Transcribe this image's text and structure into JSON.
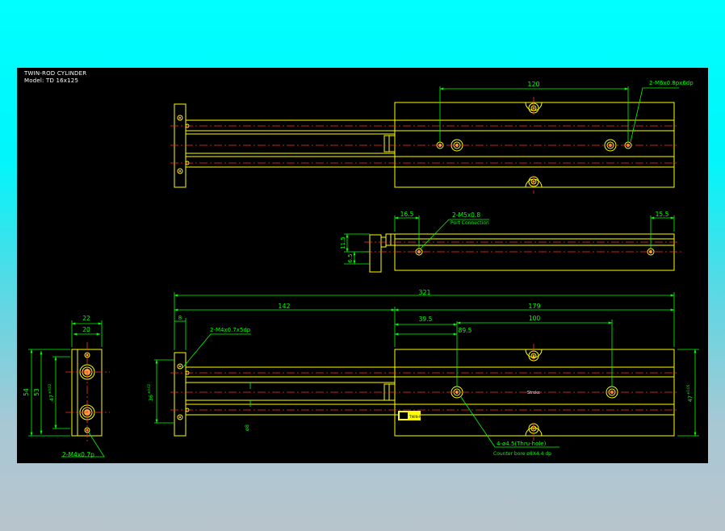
{
  "title_block": {
    "line1": "TWIN-ROD CYLINDER",
    "line2": "Model: TD 16x125"
  },
  "top_view": {
    "dim_hole_spacing": "120",
    "callout_mount": "2-M6x0.8px6dp"
  },
  "side_view": {
    "dim_left_port": "16.5",
    "dim_right_port": "15.5",
    "callout_port": "2-M5x0.8",
    "callout_port_sub": "Port Connection",
    "dim_height": "11.5",
    "dim_low": "6.5"
  },
  "front_view": {
    "dim_overall": "321",
    "dim_rod_extension": "142",
    "dim_body_length": "179",
    "dim_plate": "8",
    "dim_first_hole": "39.5",
    "dim_second_hole": "89.5",
    "dim_hole_pitch": "100",
    "callout_plate_tap": "2-M4x0.7x5dp",
    "dim_plate_height": "36",
    "dim_plate_height_tol": "±0.02",
    "dim_body_height": "47",
    "dim_body_height_tol": "±0.05",
    "dim_rod_dia": "ø8",
    "callout_thru_holes": "4-ø4.5(Thru-hole)",
    "callout_counterbore": "Counter bore ø8X4.4 dp",
    "stroke_note": "Stroke",
    "label_plate": "TWIN-ROD"
  },
  "end_view": {
    "dim_width_outer": "22",
    "dim_width_inner": "20",
    "dim_h_total": "54",
    "dim_h_body": "53",
    "dim_h_plate": "47",
    "dim_h_plate_tol": "±0.02",
    "callout_end_tap": "2-M4x0.7p"
  },
  "colors": {
    "outline": "#ffff00",
    "dimension": "#00ff00",
    "centerline": "#ff3030",
    "text": "#ffffff",
    "background": "#000000"
  }
}
